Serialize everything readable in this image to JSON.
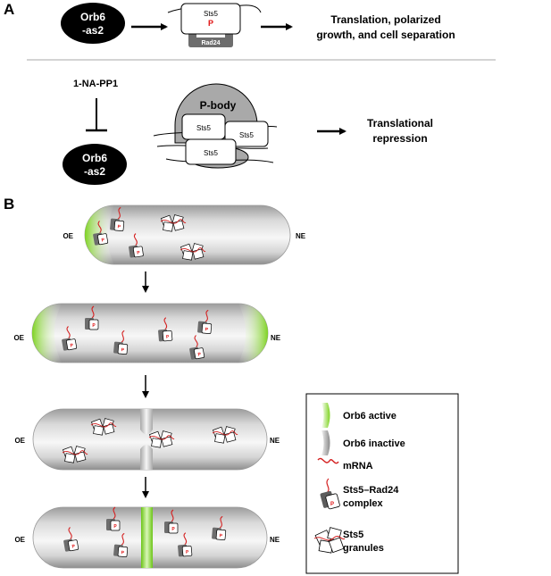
{
  "panelA": {
    "label": "A",
    "kinase_top": [
      "Orb6",
      "-as2"
    ],
    "sts5": "Sts5",
    "phospho": "P",
    "rad24": "Rad24",
    "outcome_top": [
      "Translation, polarized",
      "growth, and cell separation"
    ],
    "inhibitor": "1-NA-PP1",
    "kinase_bottom": [
      "Orb6",
      "-as2"
    ],
    "pbody": "P-body",
    "sts5_granule_labels": [
      "Sts5",
      "Sts5",
      "Sts5"
    ],
    "outcome_bottom": [
      "Translational",
      "repression"
    ]
  },
  "panelB": {
    "label": "B",
    "cells": [
      {
        "left_end": "OE",
        "right_end": "NE"
      },
      {
        "left_end": "OE",
        "right_end": "NE"
      },
      {
        "left_end": "OE",
        "right_end": "NE"
      },
      {
        "left_end": "OE",
        "right_end": "NE"
      }
    ]
  },
  "legend": {
    "items": [
      {
        "label": "Orb6 active",
        "icon": "green-gradient"
      },
      {
        "label": "Orb6 inactive",
        "icon": "grey-gradient"
      },
      {
        "label": "mRNA",
        "icon": "red-squiggle"
      },
      {
        "label": [
          "Sts5–Rad24",
          "complex"
        ],
        "icon": "complex"
      },
      {
        "label": [
          "Sts5",
          "granules"
        ],
        "icon": "granules"
      }
    ]
  },
  "colors": {
    "kinase": "#000000",
    "rad24": "#6d6d6d",
    "pbody": "#a9a9a9",
    "phospho": "#e01010",
    "mrna": "#d42020",
    "orb6_active": "#7ed321",
    "cell_grey": "#b8b8b8"
  }
}
